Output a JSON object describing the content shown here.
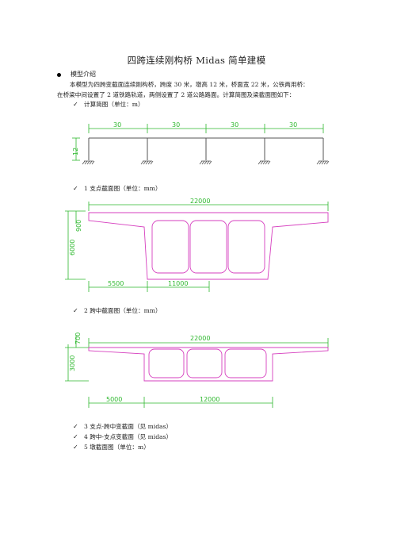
{
  "title": "四跨连续刚构桥 Midas 简单建模",
  "section": "模型介绍",
  "paragraph": {
    "line1": "本模型为四跨变截面连续刚构桥，跨度 30 米，墩高 12 米，桥面宽 22 米，公铁两用桥：",
    "line2": "在桥梁中间设置了 2 道铁路轨道，两侧设置了 2 道公路路面。计算简图及梁截面图如下："
  },
  "items": {
    "calc_diagram": "计算简图（单位：m）",
    "support_section": "1 支点截面图（单位：mm）",
    "midspan_section": "2 跨中截面图（单位：mm）",
    "variable_a": "3 支点-跨中变截面（见 midas）",
    "variable_b": "4 跨中-支点变截面（见 midas）",
    "pier_section": "5 墩截面图（单位：m）"
  },
  "diagram1": {
    "spans": [
      "30",
      "30",
      "30",
      "30"
    ],
    "height": "12"
  },
  "diagram2": {
    "width": "22000",
    "slab": "900",
    "depth": "6000",
    "left": "5500",
    "bottom": "11000"
  },
  "diagram3": {
    "width": "22000",
    "slab": "700",
    "depth": "3000",
    "left": "5000",
    "bottom": "12000"
  },
  "colors": {
    "dim": "#2db82d",
    "section": "#d63fbf",
    "frame": "#555555"
  }
}
